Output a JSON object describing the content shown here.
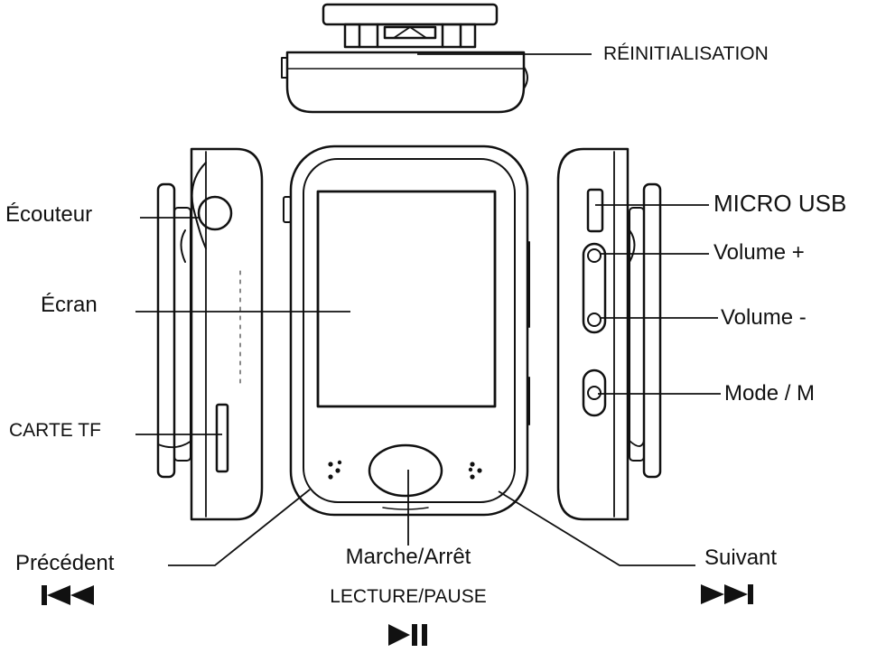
{
  "colors": {
    "ink": "#111111",
    "background": "#ffffff"
  },
  "labels": {
    "reset": "RÉINITIALISATION",
    "earphone": "Écouteur",
    "screen": "Écran",
    "tf_card": "CARTE TF",
    "micro_usb": "MICRO USB",
    "volume_up": "Volume +",
    "volume_down": "Volume -",
    "mode": "Mode / M",
    "previous": "Précédent",
    "power": "Marche/Arrêt",
    "play_pause": "LECTURE/PAUSE",
    "next": "Suivant"
  },
  "icons": {
    "previous": "previous-track-icon",
    "play_pause": "play-pause-icon",
    "next": "next-track-icon"
  }
}
